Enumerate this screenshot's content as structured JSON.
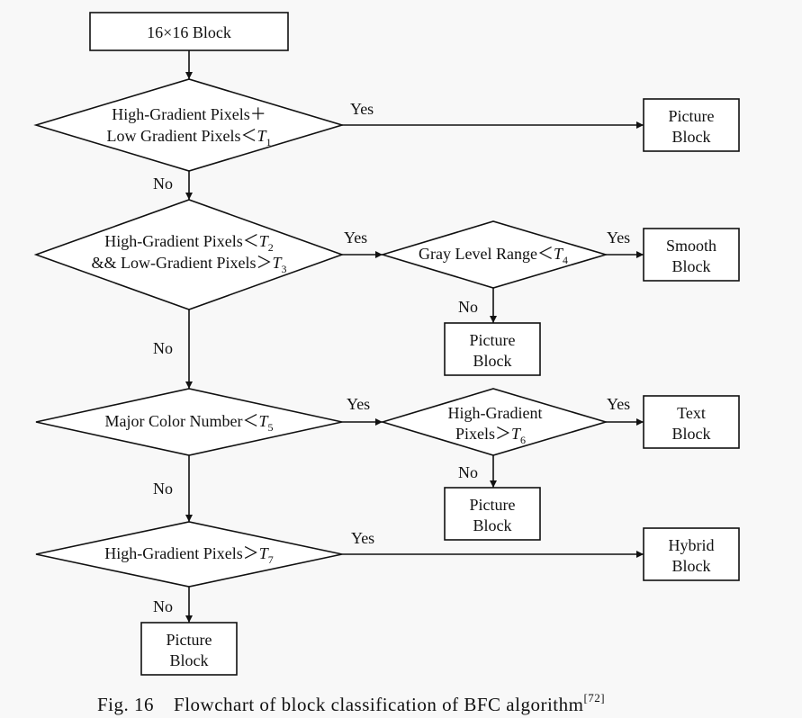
{
  "start": {
    "label": "16×16 Block"
  },
  "d1": {
    "line1": "High-Gradient Pixels＋",
    "line2_pre": "Low Gradient Pixels＜",
    "var": "T",
    "sub": "1",
    "yes": "Yes",
    "no": "No"
  },
  "out1": {
    "line1": "Picture",
    "line2": "Block"
  },
  "d2": {
    "line1_pre": "High-Gradient Pixels＜",
    "line1_var": "T",
    "line1_sub": "2",
    "line2_pre": "&& Low-Gradient Pixels＞",
    "line2_var": "T",
    "line2_sub": "3",
    "yes": "Yes",
    "no": "No"
  },
  "d2b": {
    "pre": "Gray Level Range＜",
    "var": "T",
    "sub": "4",
    "yes": "Yes",
    "no": "No"
  },
  "out2": {
    "line1": "Smooth",
    "line2": "Block"
  },
  "out3": {
    "line1": "Picture",
    "line2": "Block"
  },
  "d3": {
    "pre": "Major Color Number＜",
    "var": "T",
    "sub": "5",
    "yes": "Yes",
    "no": "No"
  },
  "d3b": {
    "line1": "High-Gradient",
    "line2_pre": "Pixels＞",
    "var": "T",
    "sub": "6",
    "yes": "Yes",
    "no": "No"
  },
  "out4": {
    "line1": "Text",
    "line2": "Block"
  },
  "out5": {
    "line1": "Picture",
    "line2": "Block"
  },
  "d4": {
    "pre": "High-Gradient Pixels＞",
    "var": "T",
    "sub": "7",
    "yes": "Yes",
    "no": "No"
  },
  "out6": {
    "line1": "Hybrid",
    "line2": "Block"
  },
  "out7": {
    "line1": "Picture",
    "line2": "Block"
  },
  "caption": {
    "prefix": "Fig. 16",
    "text": "Flowchart of block classification of BFC algorithm",
    "ref": "[72]"
  }
}
